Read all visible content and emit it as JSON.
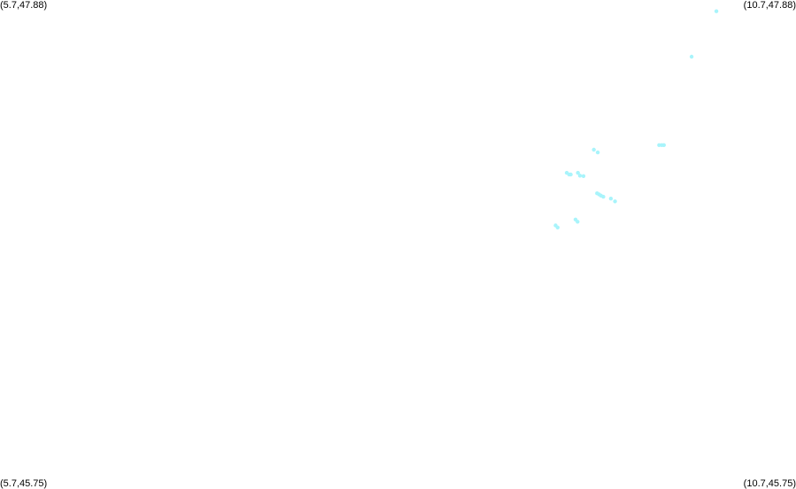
{
  "map": {
    "corners": {
      "top_left": "(5.7,47.88)",
      "top_right": "(10.7,47.88)",
      "bottom_left": "(5.7,45.75)",
      "bottom_right": "(10.7,45.75)"
    },
    "extent": {
      "lon_min": 5.7,
      "lon_max": 10.7,
      "lat_min": 45.75,
      "lat_max": 47.88
    },
    "point_color": "#a8f4fb",
    "points": [
      {
        "lon": 10.2,
        "lat": 47.831
      },
      {
        "lon": 10.044,
        "lat": 47.633
      },
      {
        "lon": 9.84,
        "lat": 47.248
      },
      {
        "lon": 9.857,
        "lat": 47.248
      },
      {
        "lon": 9.87,
        "lat": 47.248
      },
      {
        "lon": 9.43,
        "lat": 47.228
      },
      {
        "lon": 9.455,
        "lat": 47.216
      },
      {
        "lon": 9.26,
        "lat": 47.127
      },
      {
        "lon": 9.275,
        "lat": 47.12
      },
      {
        "lon": 9.285,
        "lat": 47.12
      },
      {
        "lon": 9.33,
        "lat": 47.127
      },
      {
        "lon": 9.343,
        "lat": 47.115
      },
      {
        "lon": 9.365,
        "lat": 47.113
      },
      {
        "lon": 9.45,
        "lat": 47.038
      },
      {
        "lon": 9.463,
        "lat": 47.033
      },
      {
        "lon": 9.475,
        "lat": 47.028
      },
      {
        "lon": 9.49,
        "lat": 47.023
      },
      {
        "lon": 9.537,
        "lat": 47.015
      },
      {
        "lon": 9.563,
        "lat": 47.003
      },
      {
        "lon": 9.315,
        "lat": 46.924
      },
      {
        "lon": 9.328,
        "lat": 46.914
      },
      {
        "lon": 9.19,
        "lat": 46.898
      },
      {
        "lon": 9.203,
        "lat": 46.889
      }
    ]
  }
}
